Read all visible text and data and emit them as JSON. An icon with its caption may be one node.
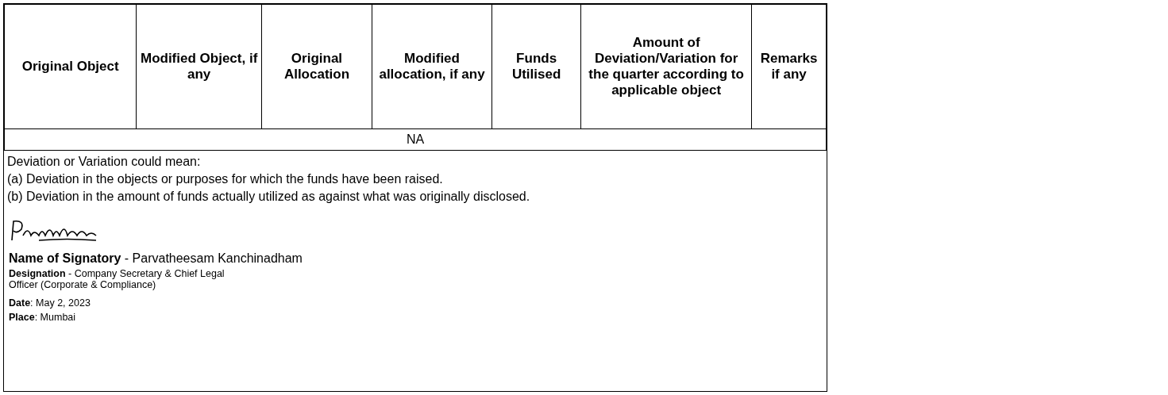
{
  "diagram": {
    "labels": [
      "Original Object",
      "Modified Object, if any",
      "Original Allocation",
      "Modified allocation, if any",
      "Funds Utilised",
      "Amount of Deviation/Variation for the quarter according to applicable object",
      "Remarks if any",
      "NA",
      "Deviation or Variation could mean:",
      "(a) Deviation in the objects or purposes for which the funds have been raised.",
      "(b) Deviation in the amount of funds actually utilized as against what was originally disclosed.",
      "**Name of Signatory** - Parvatheesam Kanchinadham",
      "**Designation** - Company Secretary & Chief Legal Officer (Corporate & Compliance)",
      "**Date**: May 2, 2023",
      "**Place**: Mumbai"
    ]
  }
}
